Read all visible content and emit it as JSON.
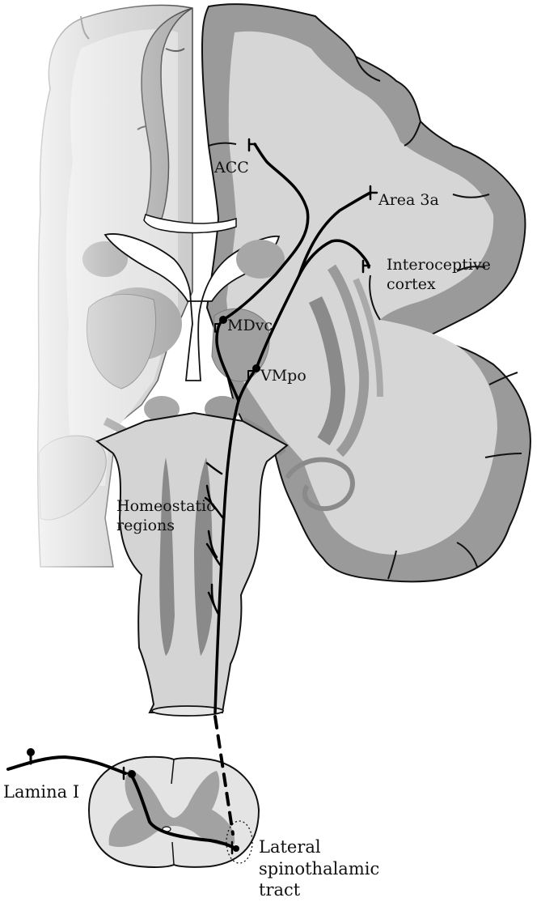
{
  "labels": {
    "acc": "ACC",
    "area_3a": "Area 3a",
    "interoceptive_line1": "Interoceptive",
    "interoceptive_line2": "cortex",
    "mdvc": "MDvc",
    "vmpo": "VMpo",
    "homeostatic_line1": "Homeostatic",
    "homeostatic_line2": "regions",
    "lamina_i": "Lamina I",
    "lateral_line1": "Lateral",
    "lateral_line2": "spinothalamic",
    "lateral_line3": "tract"
  },
  "colors": {
    "background": "#ffffff",
    "outline": "#111111",
    "grey_matter": "#9c9c9c",
    "white_matter": "#d6d6d6",
    "pathway": "#000000"
  }
}
